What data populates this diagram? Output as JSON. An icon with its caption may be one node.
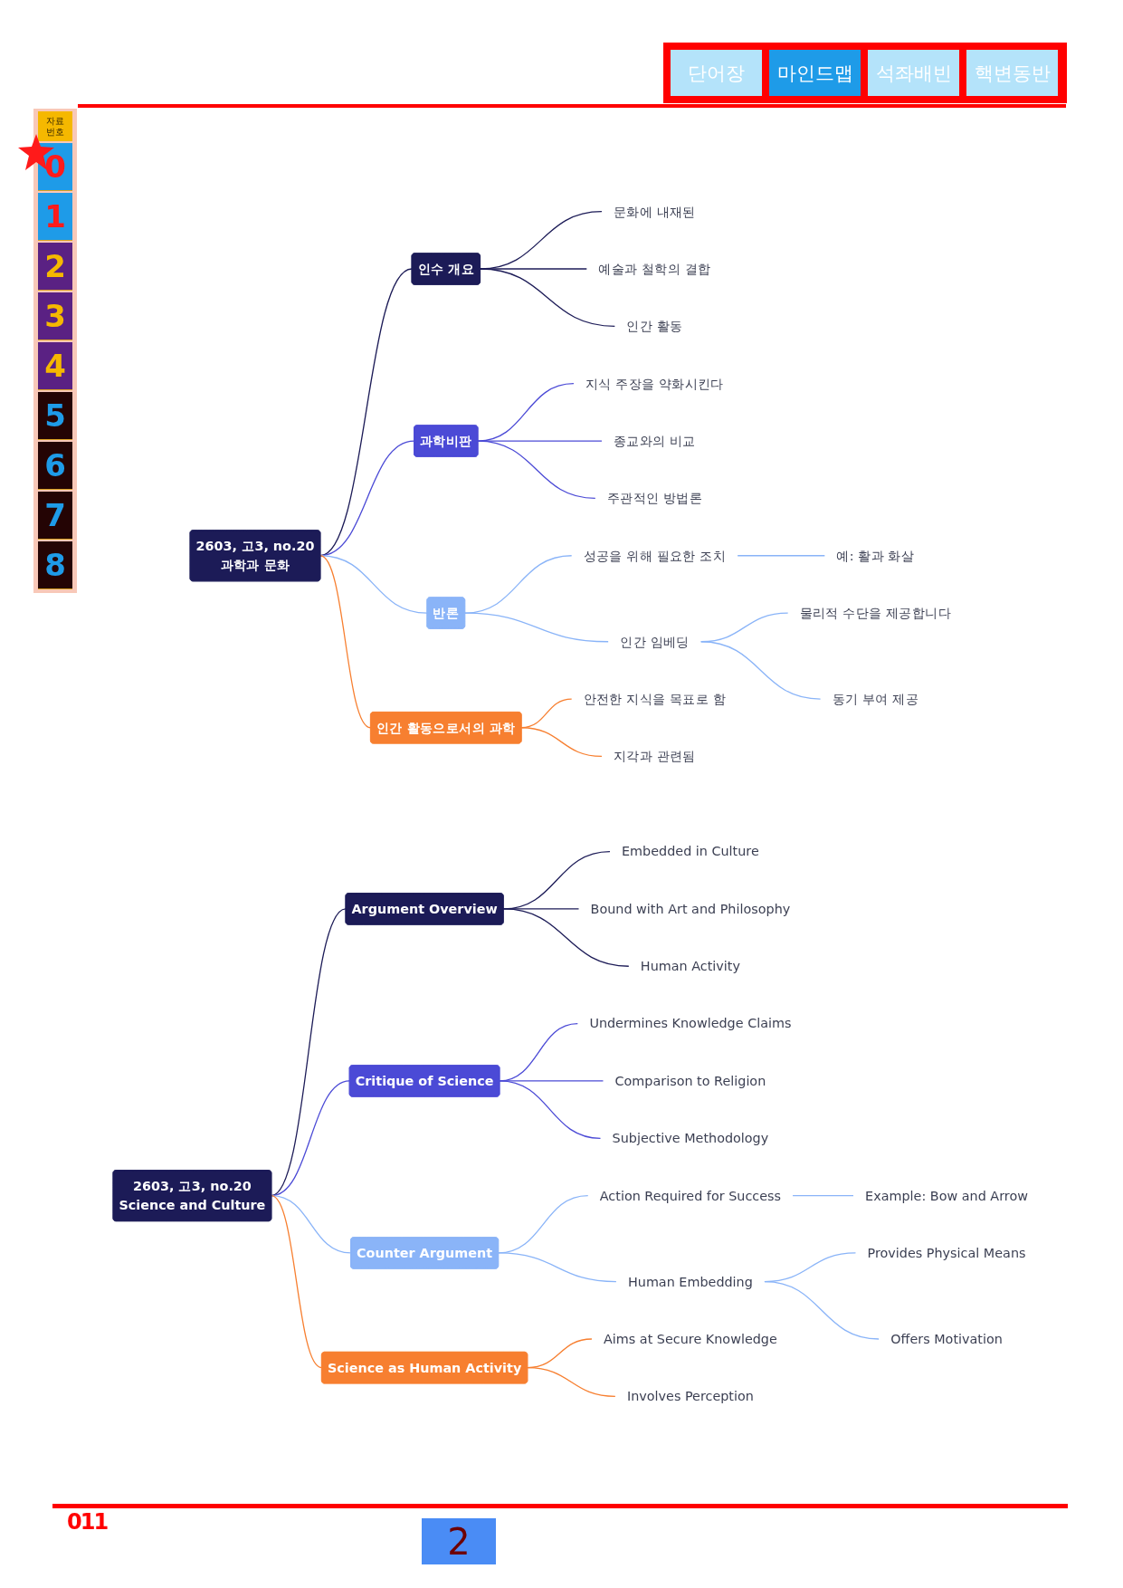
{
  "diagram": {
    "nodes": [
      {
        "text": [
          "2603, 고3, no.20",
          "과학과 문화"
        ]
      },
      {
        "text": [
          "인수 개요"
        ]
      },
      {
        "text": [
          "문화에 내재된"
        ]
      },
      {
        "text": [
          "예술과 철학의 결합"
        ]
      },
      {
        "text": [
          "인간 활동"
        ]
      },
      {
        "text": [
          "과학비판"
        ]
      },
      {
        "text": [
          "지식 주장을 약화시킨다"
        ]
      },
      {
        "text": [
          "종교와의 비교"
        ]
      },
      {
        "text": [
          "주관적인 방법론"
        ]
      },
      {
        "text": [
          "반론"
        ]
      },
      {
        "text": [
          "성공을 위해 필요한 조치"
        ]
      },
      {
        "text": [
          "예: 활과 화살"
        ]
      },
      {
        "text": [
          "인간 임베딩"
        ]
      },
      {
        "text": [
          "물리적 수단을 제공합니다"
        ]
      },
      {
        "text": [
          "동기 부여 제공"
        ]
      },
      {
        "text": [
          "인간 활동으로서의 과학"
        ]
      },
      {
        "text": [
          "안전한 지식을 목표로 함"
        ]
      },
      {
        "text": [
          "지각과 관련됨"
        ]
      },
      {
        "text": [
          "2603, 고3, no.20",
          "Science and Culture"
        ]
      },
      {
        "text": [
          "Argument Overview"
        ]
      },
      {
        "text": [
          "Embedded in Culture"
        ]
      },
      {
        "text": [
          "Bound with Art and Philosophy"
        ]
      },
      {
        "text": [
          "Human Activity"
        ]
      },
      {
        "text": [
          "Critique of Science"
        ]
      },
      {
        "text": [
          "Undermines Knowledge Claims"
        ]
      },
      {
        "text": [
          "Comparison to Religion"
        ]
      },
      {
        "text": [
          "Subjective Methodology"
        ]
      },
      {
        "text": [
          "Counter Argument"
        ]
      },
      {
        "text": [
          "Action Required for Success"
        ]
      },
      {
        "text": [
          "Example: Bow and Arrow"
        ]
      },
      {
        "text": [
          "Human Embedding"
        ]
      },
      {
        "text": [
          "Provides Physical Means"
        ]
      },
      {
        "text": [
          "Offers Motivation"
        ]
      },
      {
        "text": [
          "Science as Human Activity"
        ]
      },
      {
        "text": [
          "Aims at Secure Knowledge"
        ]
      },
      {
        "text": [
          "Involves Perception"
        ]
      }
    ],
    "edges": [
      {
        "from": 0,
        "to": 1,
        "arrow": "none",
        "color": "#1c1b57"
      },
      {
        "from": 1,
        "to": 2,
        "arrow": "none",
        "color": "#1c1b57"
      },
      {
        "from": 1,
        "to": 3,
        "arrow": "none",
        "color": "#1c1b57"
      },
      {
        "from": 1,
        "to": 4,
        "arrow": "none",
        "color": "#1c1b57"
      },
      {
        "from": 0,
        "to": 5,
        "arrow": "none",
        "color": "#4b4ad6"
      },
      {
        "from": 5,
        "to": 6,
        "arrow": "none",
        "color": "#4b4ad6"
      },
      {
        "from": 5,
        "to": 7,
        "arrow": "none",
        "color": "#4b4ad6"
      },
      {
        "from": 5,
        "to": 8,
        "arrow": "none",
        "color": "#4b4ad6"
      },
      {
        "from": 0,
        "to": 9,
        "arrow": "none",
        "color": "#8ab4f8"
      },
      {
        "from": 9,
        "to": 10,
        "arrow": "none",
        "color": "#8ab4f8"
      },
      {
        "from": 10,
        "to": 11,
        "arrow": "none",
        "color": "#8ab4f8"
      },
      {
        "from": 9,
        "to": 12,
        "arrow": "none",
        "color": "#8ab4f8"
      },
      {
        "from": 12,
        "to": 13,
        "arrow": "none",
        "color": "#8ab4f8"
      },
      {
        "from": 12,
        "to": 14,
        "arrow": "none",
        "color": "#8ab4f8"
      },
      {
        "from": 0,
        "to": 15,
        "arrow": "none",
        "color": "#f77f30"
      },
      {
        "from": 15,
        "to": 16,
        "arrow": "none",
        "color": "#f77f30"
      },
      {
        "from": 15,
        "to": 17,
        "arrow": "none",
        "color": "#f77f30"
      },
      {
        "from": 18,
        "to": 19,
        "arrow": "none",
        "color": "#1c1b57"
      },
      {
        "from": 19,
        "to": 20,
        "arrow": "none",
        "color": "#1c1b57"
      },
      {
        "from": 19,
        "to": 21,
        "arrow": "none",
        "color": "#1c1b57"
      },
      {
        "from": 19,
        "to": 22,
        "arrow": "none",
        "color": "#1c1b57"
      },
      {
        "from": 18,
        "to": 23,
        "arrow": "none",
        "color": "#4b4ad6"
      },
      {
        "from": 23,
        "to": 24,
        "arrow": "none",
        "color": "#4b4ad6"
      },
      {
        "from": 23,
        "to": 25,
        "arrow": "none",
        "color": "#4b4ad6"
      },
      {
        "from": 23,
        "to": 26,
        "arrow": "none",
        "color": "#4b4ad6"
      },
      {
        "from": 18,
        "to": 27,
        "arrow": "none",
        "color": "#8ab4f8"
      },
      {
        "from": 27,
        "to": 28,
        "arrow": "none",
        "color": "#8ab4f8"
      },
      {
        "from": 28,
        "to": 29,
        "arrow": "none",
        "color": "#8ab4f8"
      },
      {
        "from": 27,
        "to": 30,
        "arrow": "none",
        "color": "#8ab4f8"
      },
      {
        "from": 30,
        "to": 31,
        "arrow": "none",
        "color": "#8ab4f8"
      },
      {
        "from": 30,
        "to": 32,
        "arrow": "none",
        "color": "#8ab4f8"
      },
      {
        "from": 18,
        "to": 33,
        "arrow": "none",
        "color": "#f77f30"
      },
      {
        "from": 33,
        "to": 34,
        "arrow": "none",
        "color": "#f77f30"
      },
      {
        "from": 33,
        "to": 35,
        "arrow": "none",
        "color": "#f77f30"
      }
    ],
    "labels": [
      "단어장",
      "마인드맵",
      "석좌배빈",
      "핵변동반",
      "자료 번호",
      "0",
      "1",
      "2",
      "3",
      "4",
      "5",
      "6",
      "7",
      "8",
      "011",
      "2"
    ]
  }
}
